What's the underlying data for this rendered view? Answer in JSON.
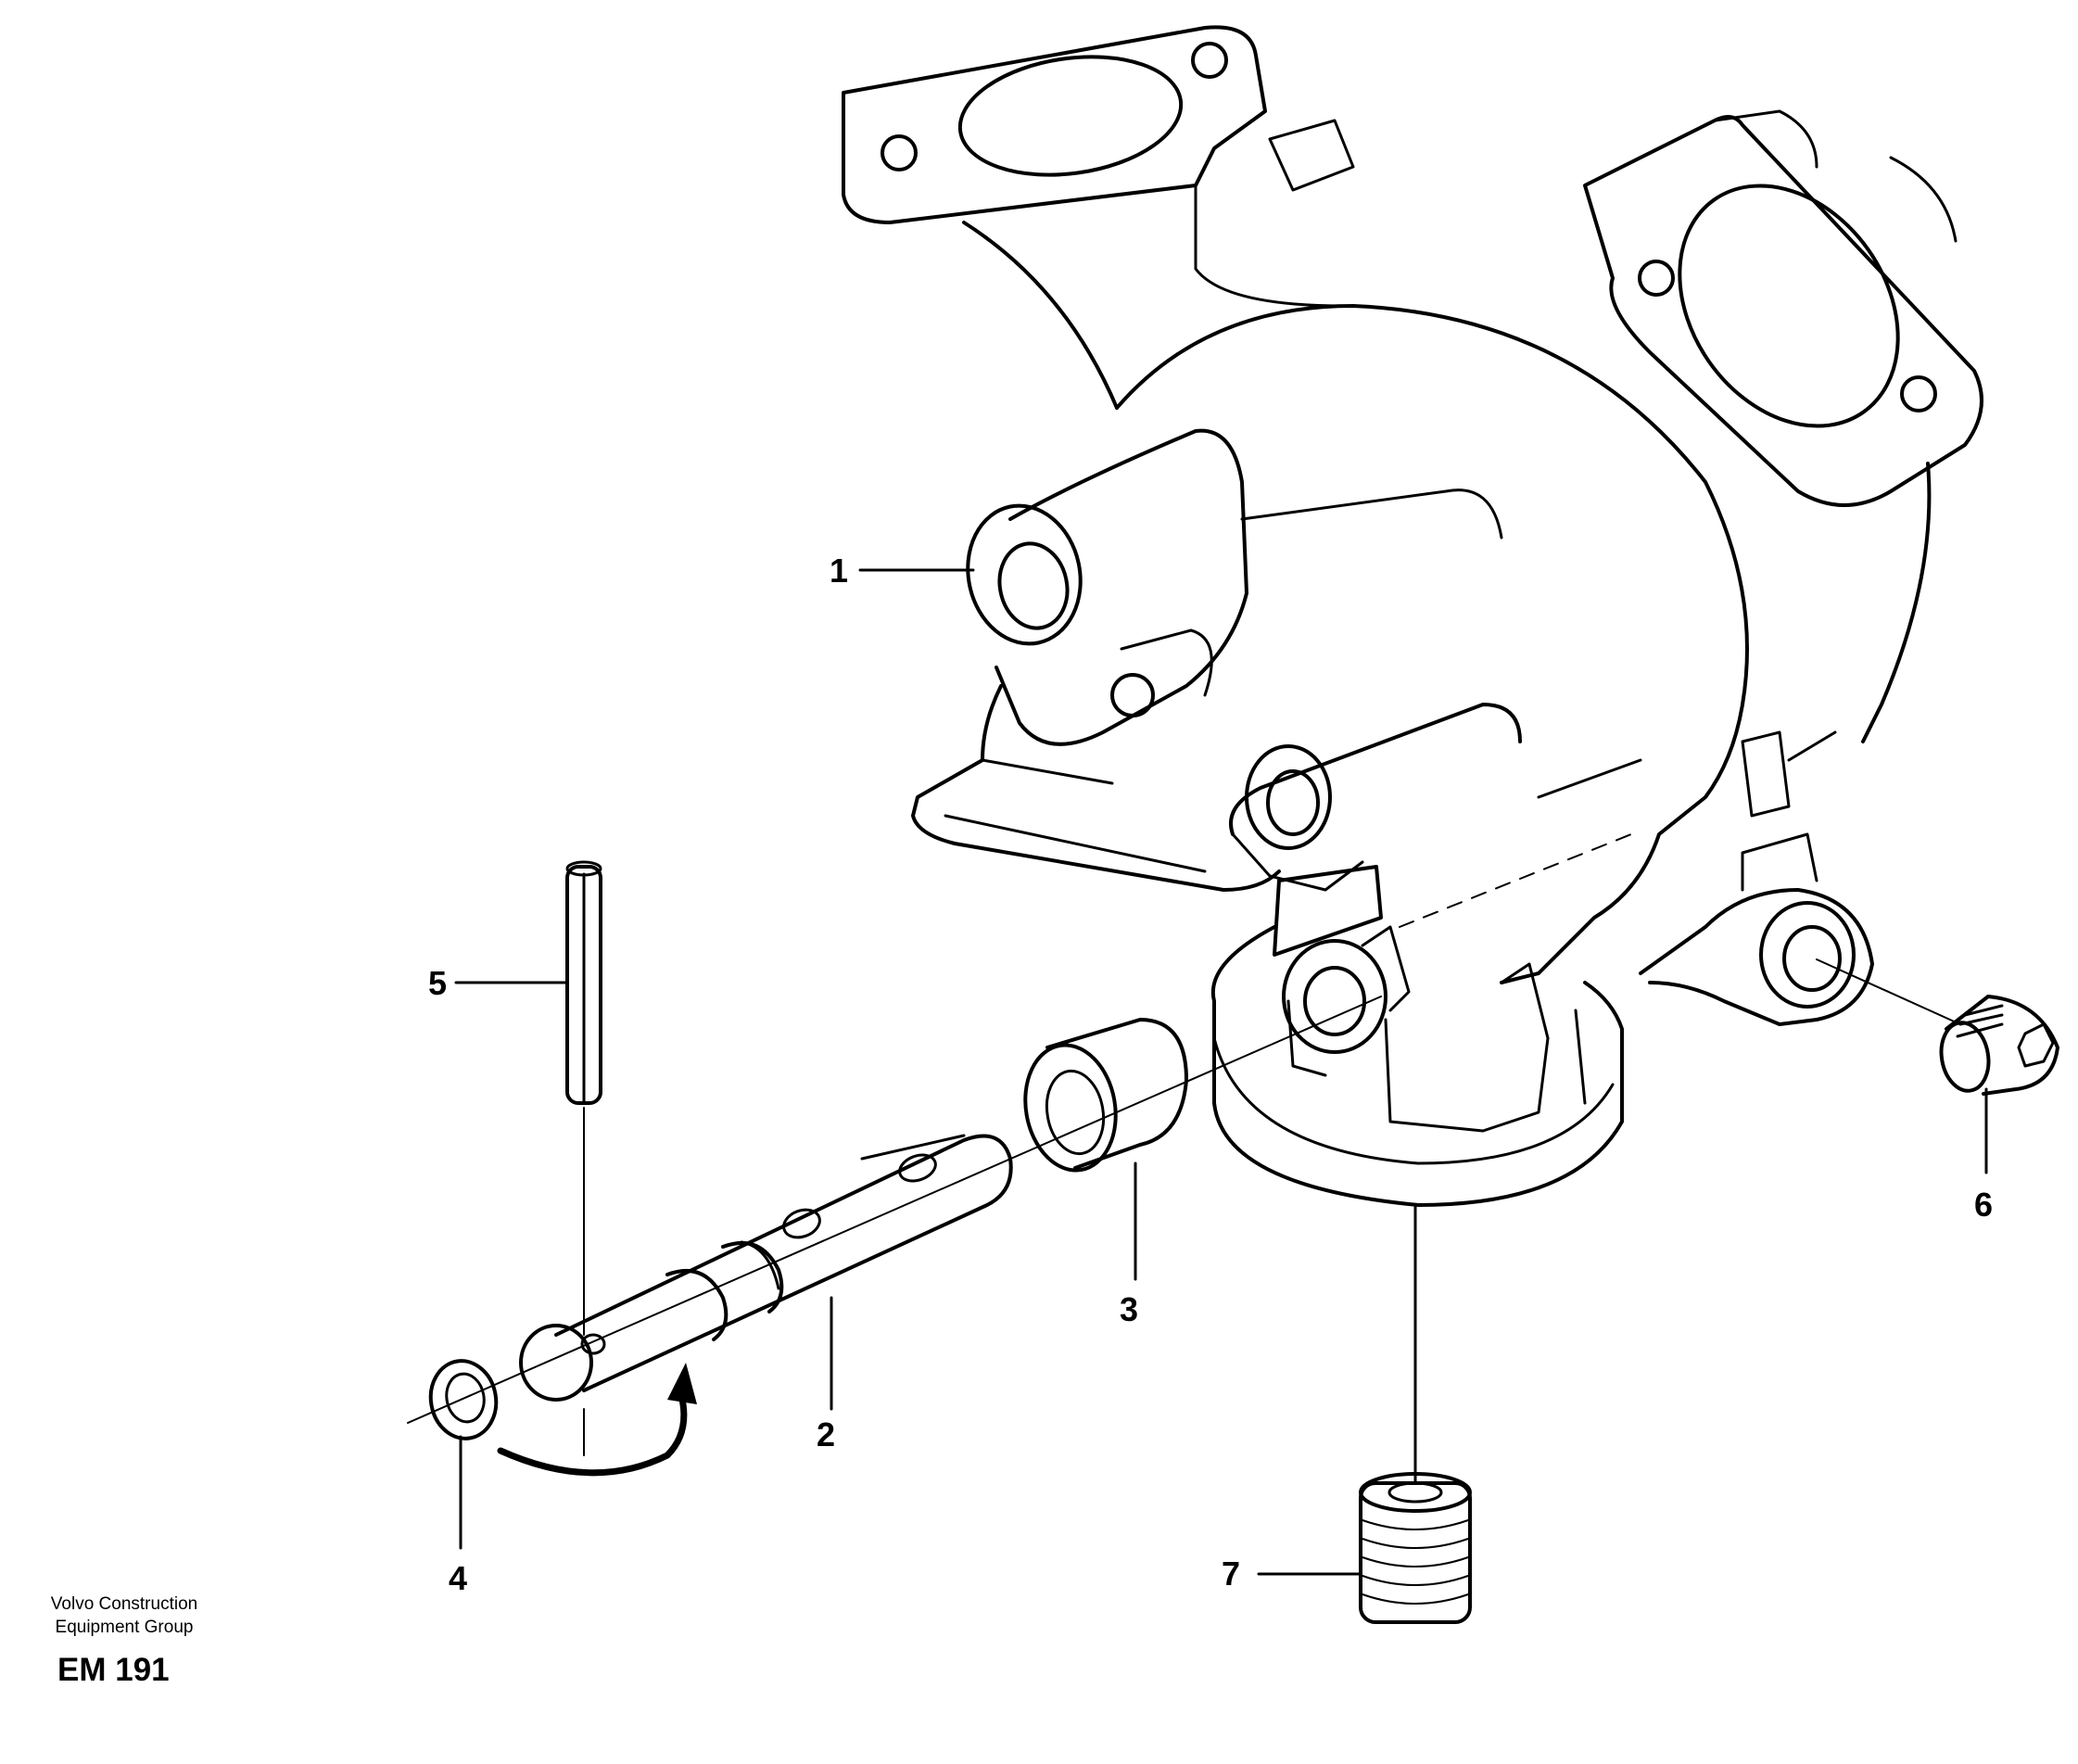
{
  "callouts": [
    {
      "id": "1",
      "label": "1",
      "part": "housing"
    },
    {
      "id": "2",
      "label": "2",
      "part": "shaft"
    },
    {
      "id": "3",
      "label": "3",
      "part": "bushing"
    },
    {
      "id": "4",
      "label": "4",
      "part": "washer"
    },
    {
      "id": "5",
      "label": "5",
      "part": "roll-pin"
    },
    {
      "id": "6",
      "label": "6",
      "part": "set-screw"
    },
    {
      "id": "7",
      "label": "7",
      "part": "plug"
    }
  ],
  "footer": {
    "org_line1": "Volvo Construction",
    "org_line2": "Equipment Group",
    "drawing_code": "EM 191"
  }
}
